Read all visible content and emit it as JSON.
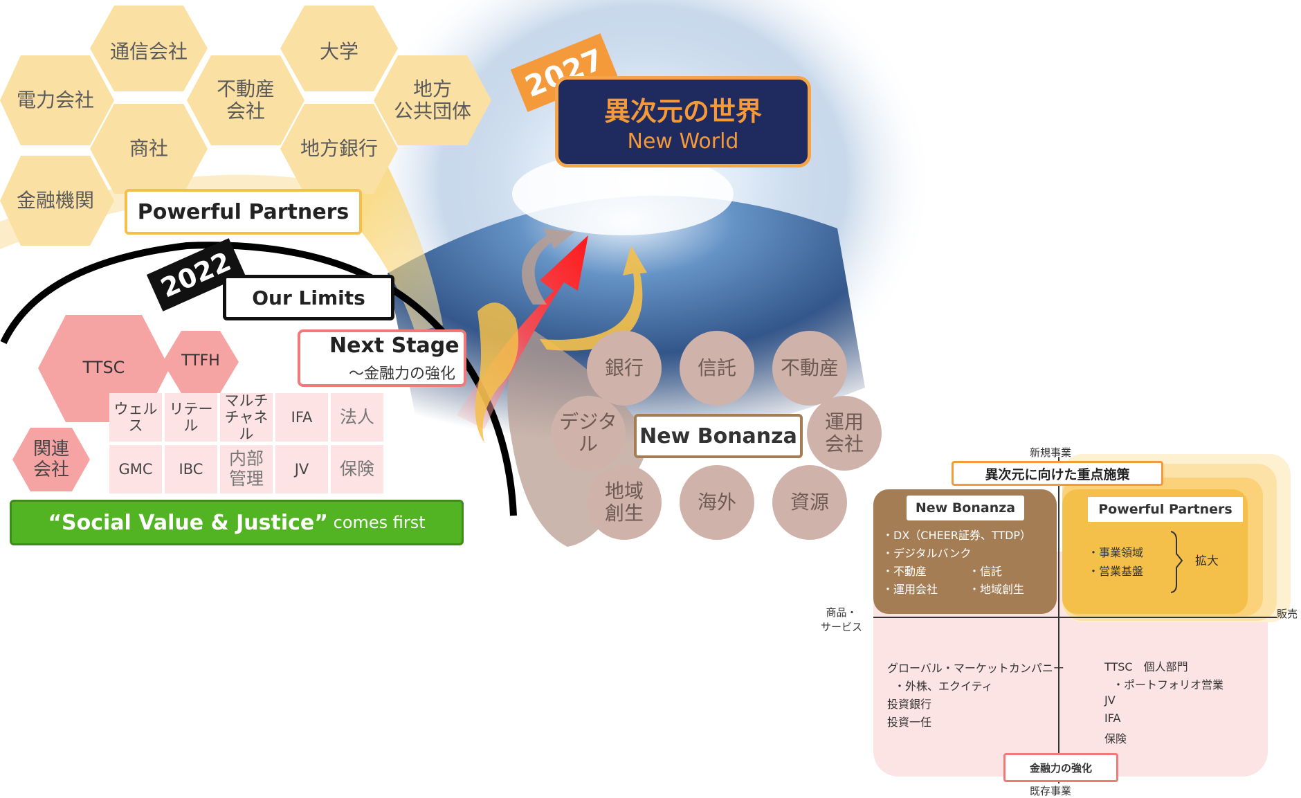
{
  "partners_hexes": [
    "通信会社",
    "大学",
    "電力会社",
    "不動産\n会社",
    "地方\n公共団体",
    "商社",
    "地方銀行",
    "金融機関"
  ],
  "powerful_partners_label": "Powerful Partners",
  "year_2022": "2022",
  "our_limits": "Our Limits",
  "year_2027": "2027",
  "new_world_title": "異次元の世界",
  "new_world_subtitle": "New World",
  "next_stage": {
    "title": "Next Stage",
    "subtitle": "～金融力の強化"
  },
  "ttsc": "TTSC",
  "ttfh": "TTFH",
  "kanren": "関連\n会社",
  "grid_cells": [
    "ウェルス",
    "リテール",
    "マルチ\nチャネル",
    "IFA",
    "法人",
    "GMC",
    "IBC",
    "内部\n管理",
    "JV",
    "保険"
  ],
  "social_value": {
    "quote": "“Social Value & Justice”",
    "rest": " comes first"
  },
  "bonanza_circles": [
    "銀行",
    "信託",
    "不動産",
    "デジタル",
    "運用\n会社",
    "地域\n創生",
    "海外",
    "資源"
  ],
  "new_bonanza_label": "New Bonanza",
  "matrix": {
    "top_axis": "新規事業",
    "bottom_axis": "既存事業",
    "left_axis": "商品・\nサービス",
    "right_axis": "販売",
    "title": "異次元に向けた重点施策",
    "bottom_label": "金融力の強化",
    "q1_title": "New Bonanza",
    "q1_items": [
      "・DX（CHEER証券、TTDP）",
      "・デジタルバンク",
      "・不動産",
      "・信託",
      "・運用会社",
      "・地域創生"
    ],
    "q2_title": "Powerful Partners",
    "q2_items": [
      "・事業領域",
      "・営業基盤"
    ],
    "q2_expand": "拡大",
    "q3_items": [
      "グローバル・マーケットカンパニー",
      "・外株、エクイティ",
      "投資銀行",
      "投資一任"
    ],
    "q4_items": [
      "TTSC　個人部門",
      "・ポートフォリオ営業",
      "JV",
      "IFA",
      "保険"
    ]
  },
  "colors": {
    "hex_fill": "#fbe0a4",
    "gold": "#f5c04a",
    "navy": "#1f2a5e",
    "orange": "#f59a3a",
    "green": "#52b323",
    "pink": "#f6a3a3",
    "circle": "#cfb3aa",
    "brown": "#a47d54"
  }
}
